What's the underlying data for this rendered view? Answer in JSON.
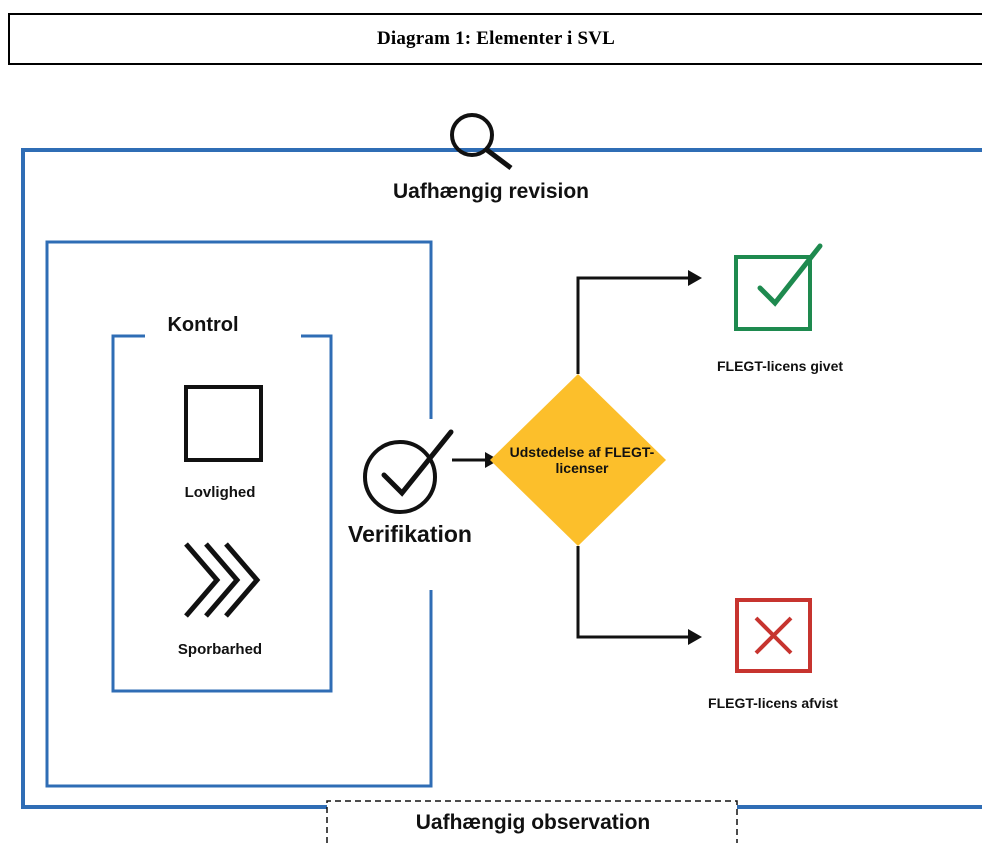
{
  "title": "Diagram 1: Elementer i SVL",
  "labels": {
    "audit": "Uafhængig revision",
    "control": "Kontrol",
    "legality": "Lovlighed",
    "traceability": "Sporbarhed",
    "verification": "Verifikation",
    "decision": "Udstedelse af FLEGT-licenser",
    "license_given": "FLEGT-licens givet",
    "license_denied": "FLEGT-licens afvist",
    "observation": "Uafhængig observation"
  },
  "icons": {
    "audit": "magnifier-icon",
    "legality": "square-icon",
    "traceability": "chevrons-right-icon",
    "verification": "check-circle-icon",
    "given": "check-box-icon",
    "denied": "x-box-icon"
  },
  "colors": {
    "frame_blue": "#2f6db5",
    "decision_fill": "#fcbf2b",
    "given_green": "#1e8a4f",
    "denied_red": "#c7342f",
    "line": "#111111"
  }
}
